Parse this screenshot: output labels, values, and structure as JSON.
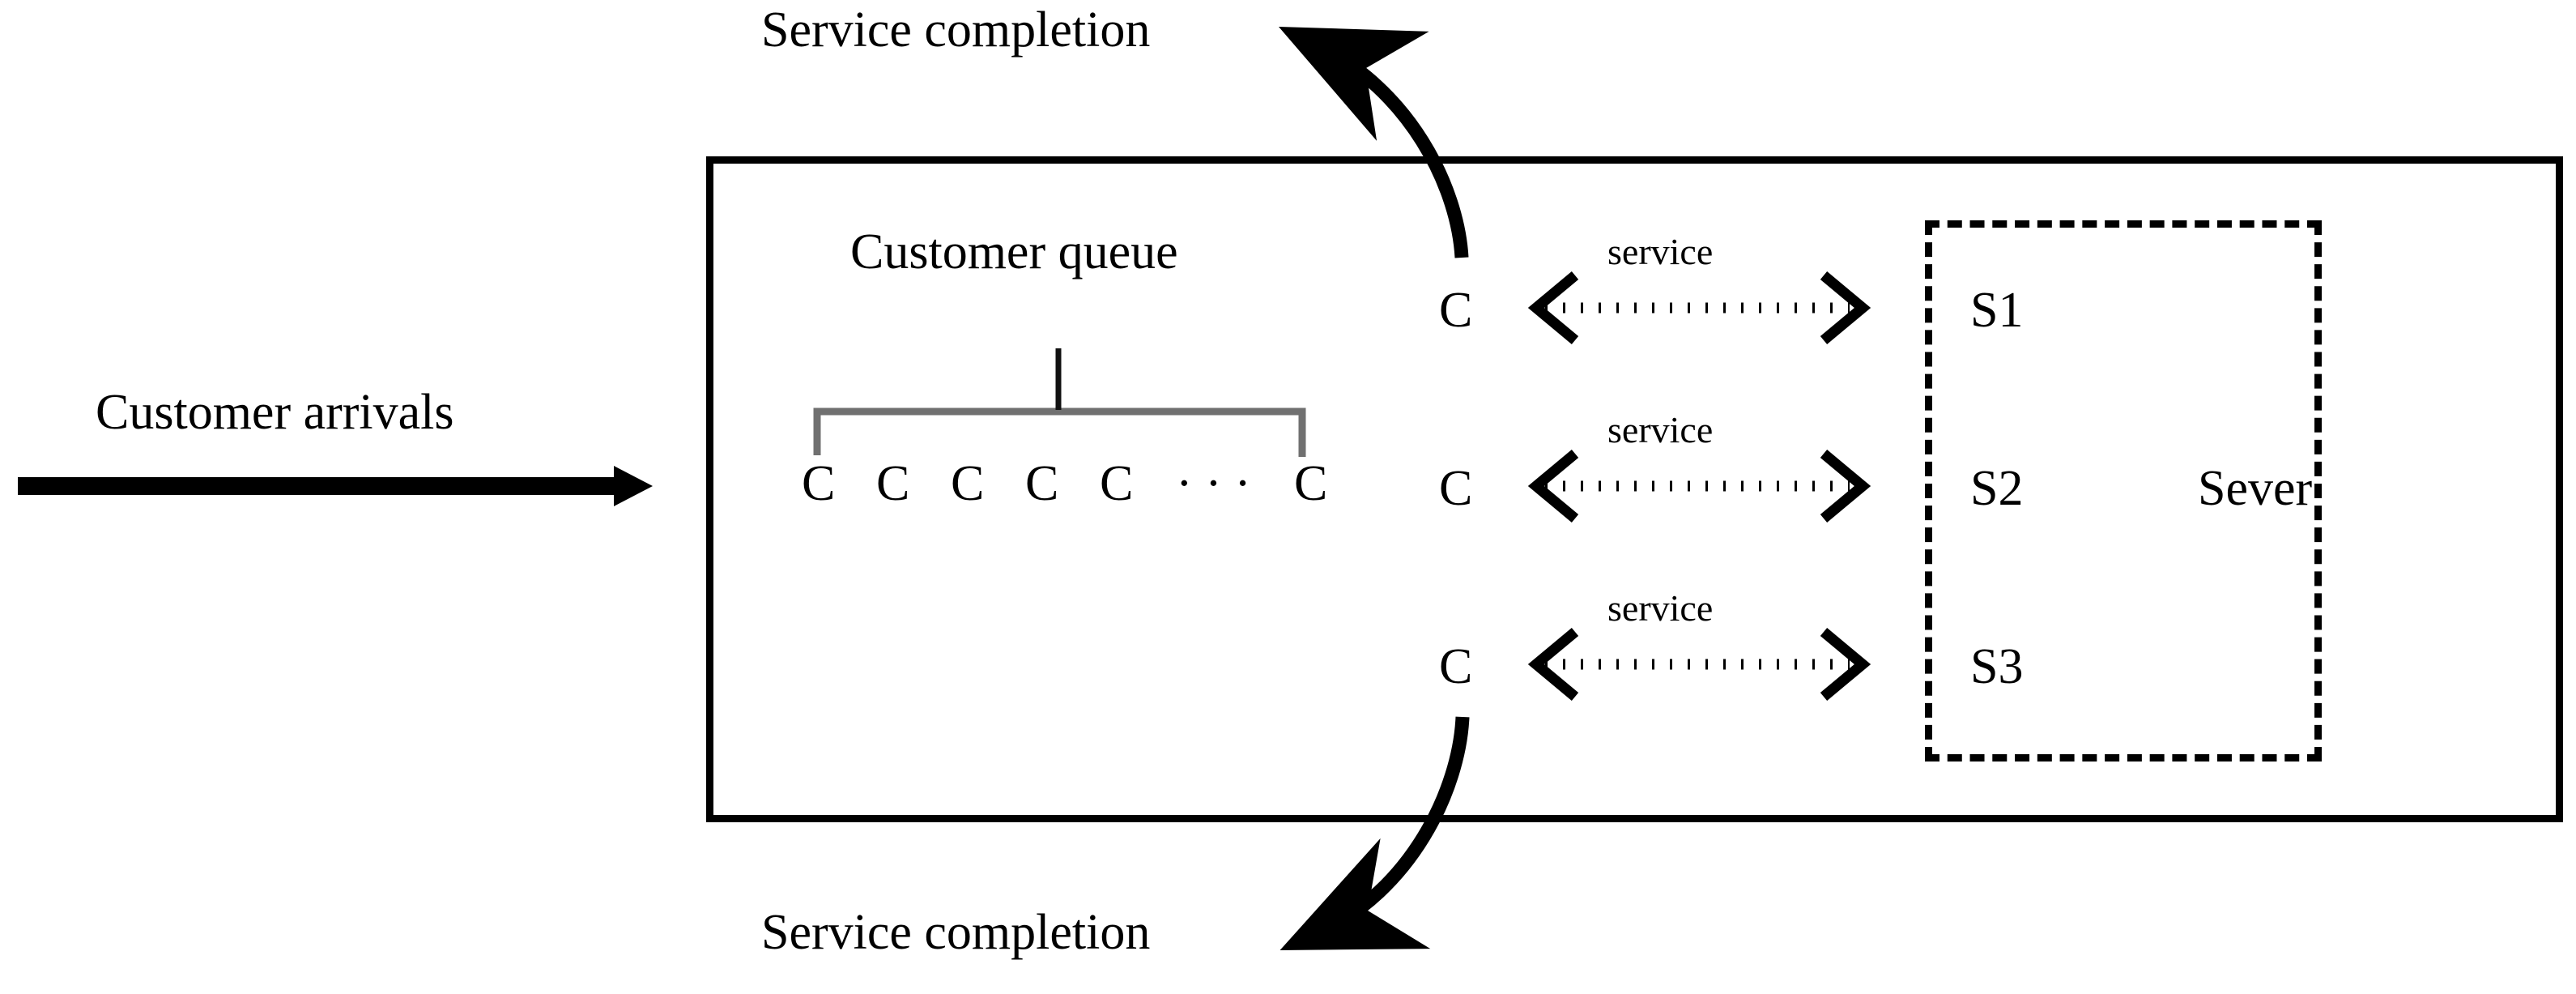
{
  "diagram": {
    "title_present": false,
    "type": "queueing-system-schematic",
    "colors": {
      "stroke": "#000000",
      "brace": "#707070",
      "background": "#ffffff"
    },
    "labels": {
      "customer_arrivals": "Customer arrivals",
      "service_completion_top": "Service completion",
      "service_completion_bottom": "Service completion",
      "customer_queue": "Customer queue",
      "server_group": "Sever"
    },
    "queue": {
      "customer_symbol": "C",
      "visible_customers": [
        "C",
        "C",
        "C",
        "C",
        "C"
      ],
      "ellipsis": "· · ·",
      "tail_customer": "C",
      "brace_label_ref": "customer_queue"
    },
    "stations": [
      {
        "customer": "C",
        "link_label": "service",
        "server": "S1"
      },
      {
        "customer": "C",
        "link_label": "service",
        "server": "S2"
      },
      {
        "customer": "C",
        "link_label": "service",
        "server": "S3"
      }
    ],
    "server_box": {
      "style": "dashed",
      "group_label": "Sever",
      "servers": [
        "S1",
        "S2",
        "S3"
      ]
    },
    "flows": [
      {
        "name": "arrival-flow",
        "label": "Customer arrivals",
        "direction": "right",
        "style": "solid-thick"
      },
      {
        "name": "departure-flow-top",
        "label": "Service completion",
        "direction": "up-left",
        "style": "curved-solid"
      },
      {
        "name": "departure-flow-bottom",
        "label": "Service completion",
        "direction": "down-left",
        "style": "curved-solid"
      },
      {
        "name": "service-link-1",
        "label": "service",
        "direction": "bidirectional",
        "style": "dotted"
      },
      {
        "name": "service-link-2",
        "label": "service",
        "direction": "bidirectional",
        "style": "dotted"
      },
      {
        "name": "service-link-3",
        "label": "service",
        "direction": "bidirectional",
        "style": "dotted"
      }
    ]
  }
}
